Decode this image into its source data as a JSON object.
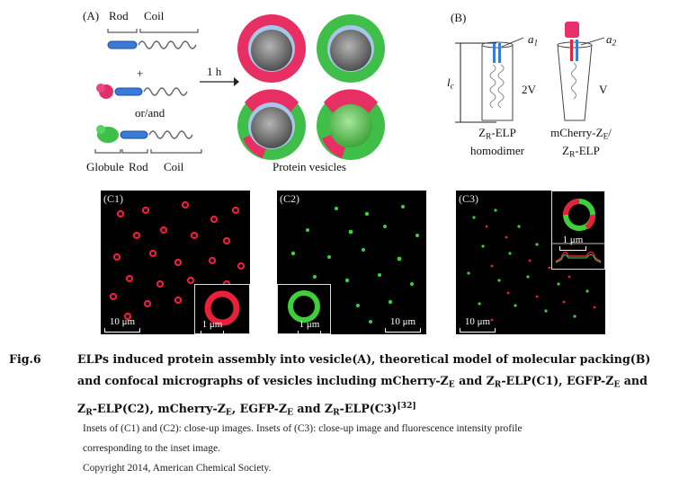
{
  "panelA": {
    "tag": "(A)",
    "rod": "Rod",
    "coil": "Coil",
    "plus": "+",
    "or_and": "or/and",
    "globule": "Globule",
    "rod2": "Rod",
    "coil2": "Coil",
    "time": "1 h",
    "vesicles_label": "Protein vesicles"
  },
  "panelB": {
    "tag": "(B)",
    "a1": "a",
    "a1_sub": "1",
    "a2": "a",
    "a2_sub": "2",
    "lc": "l",
    "lc_sub": "c",
    "vol1": "2V",
    "vol2": "V",
    "model1_line1_a": "Z",
    "model1_line1_sub": "R",
    "model1_line1_b": "-ELP",
    "model1_line2": "homodimer",
    "model2_line1_a": "mCherry-Z",
    "model2_line1_sub": "E",
    "model2_line1_b": "/",
    "model2_line2_a": "Z",
    "model2_line2_sub": "R",
    "model2_line2_b": "-ELP"
  },
  "micrographs": {
    "c1_tag": "(C1)",
    "c2_tag": "(C2)",
    "c3_tag": "(C3)",
    "scale_10": "10 μm",
    "scale_1": "1 μm"
  },
  "caption": {
    "fig_label": "Fig.6",
    "line1": "ELPs induced protein assembly into vesicle(A), theoretical model of molecular packing(B)",
    "line2_a": "and confocal micrographs of vesicles including mCherry-Z",
    "line2_sub1": "E",
    "line2_b": " and Z",
    "line2_sub2": "R",
    "line2_c": "-ELP(C1), EGFP-Z",
    "line2_sub3": "E",
    "line2_d": " and",
    "line3_a": "Z",
    "line3_sub1": "R",
    "line3_b": "-ELP(C2), mCherry-Z",
    "line3_sub2": "E",
    "line3_c": ", EGFP-Z",
    "line3_sub3": "E",
    "line3_d": " and Z",
    "line3_sub4": "R",
    "line3_e": "-ELP(C3)",
    "line3_ref": "[32]",
    "sub_line1": "Insets of (C1) and (C2): close-up images. Insets of (C3): close-up image and fluorescence intensity profile",
    "sub_line2": "corresponding to the inset image.",
    "copyright": "Copyright 2014, American Chemical Society."
  },
  "colors": {
    "red": "#e8213a",
    "green": "#3fcf3a",
    "blue": "#2f6fd8",
    "grey": "#6b6b6b"
  }
}
